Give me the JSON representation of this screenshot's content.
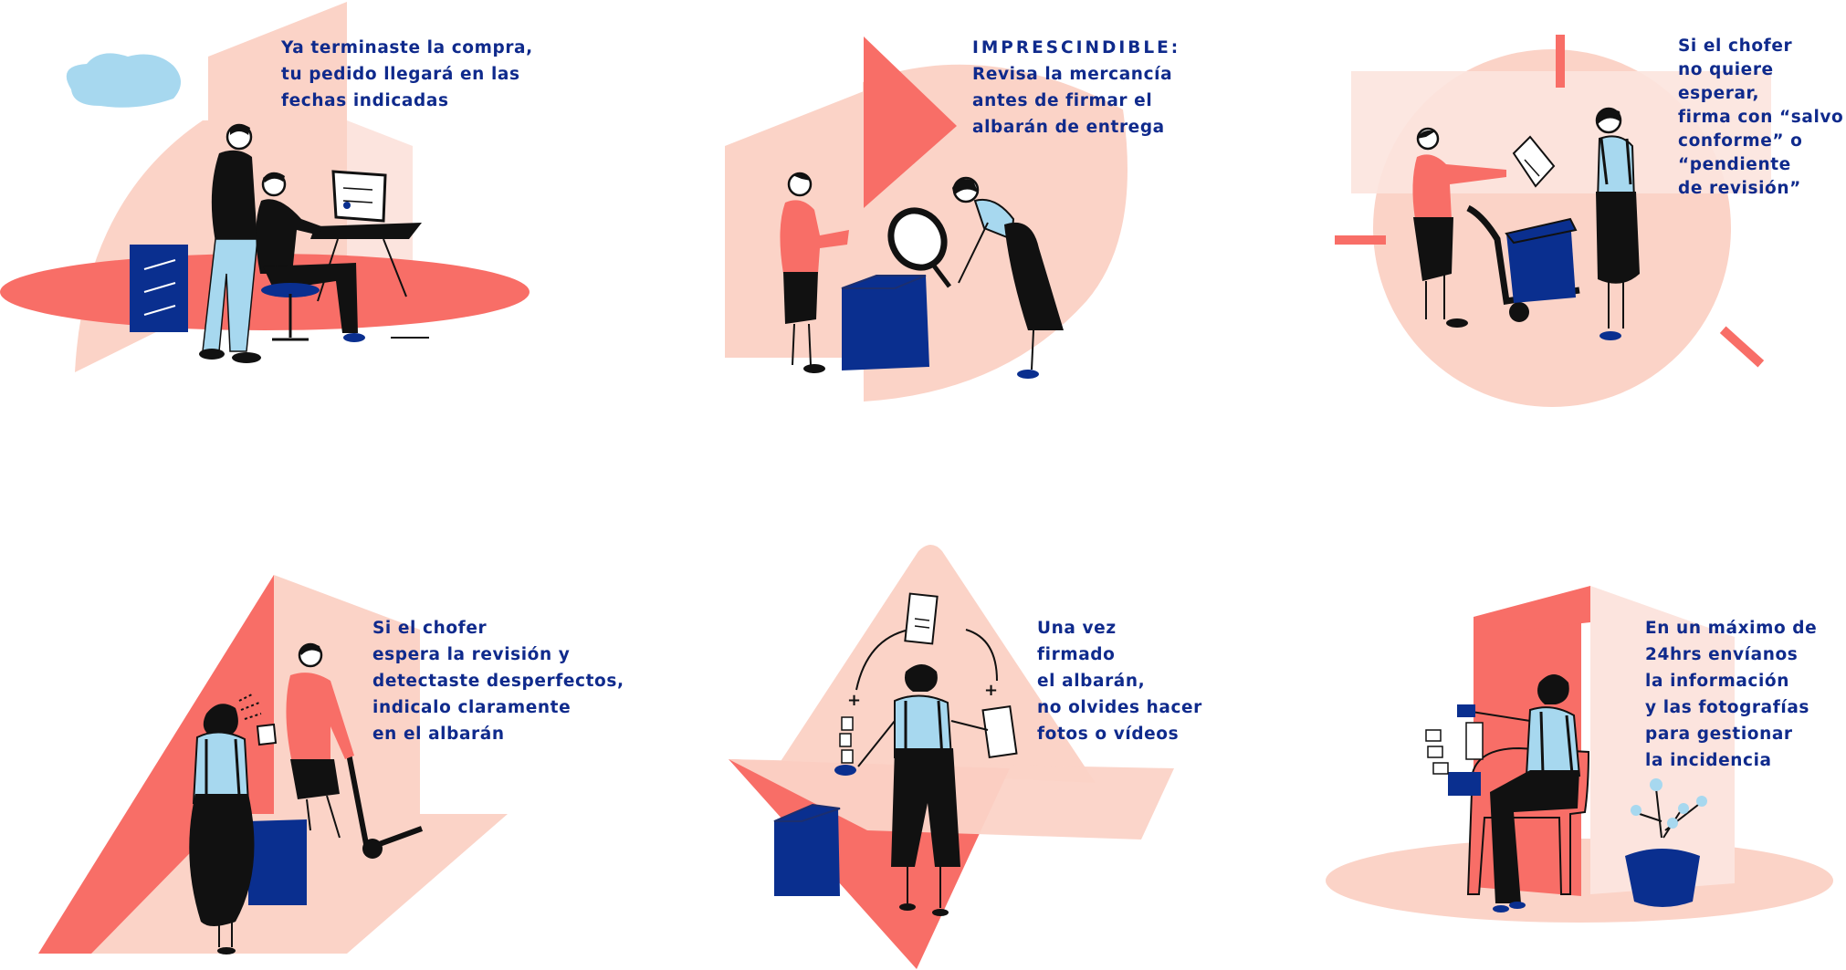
{
  "colors": {
    "text": "#0f2a8c",
    "coral": "#f86e67",
    "pink": "#fbd3c7",
    "light_pink": "#fce4de",
    "navy": "#0a2f8f",
    "sky": "#a7d8ef",
    "black": "#111111"
  },
  "steps": [
    {
      "lines": [
        "Ya terminaste la compra,",
        "tu pedido llegará en las",
        "fechas indicadas"
      ]
    },
    {
      "lines": [
        "IMPRESCINDIBLE:",
        "Revisa la mercancía",
        "antes de firmar el",
        "albarán de entrega"
      ]
    },
    {
      "lines": [
        "Si el chofer",
        "no quiere",
        "esperar,",
        "firma con “salvo",
        "conforme” o",
        "“pendiente",
        "de revisión”"
      ]
    },
    {
      "lines": [
        "Si el chofer",
        "espera la revisión y",
        "detectaste desperfectos,",
        "indicalo claramente",
        "en el albarán"
      ]
    },
    {
      "lines": [
        "Una vez",
        "firmado",
        "el albarán,",
        "no olvides hacer",
        "fotos o vídeos"
      ]
    },
    {
      "lines": [
        "En un máximo de",
        "24hrs envíanos",
        "la información",
        "y las fotografías",
        "para gestionar",
        "la incidencia"
      ]
    }
  ]
}
